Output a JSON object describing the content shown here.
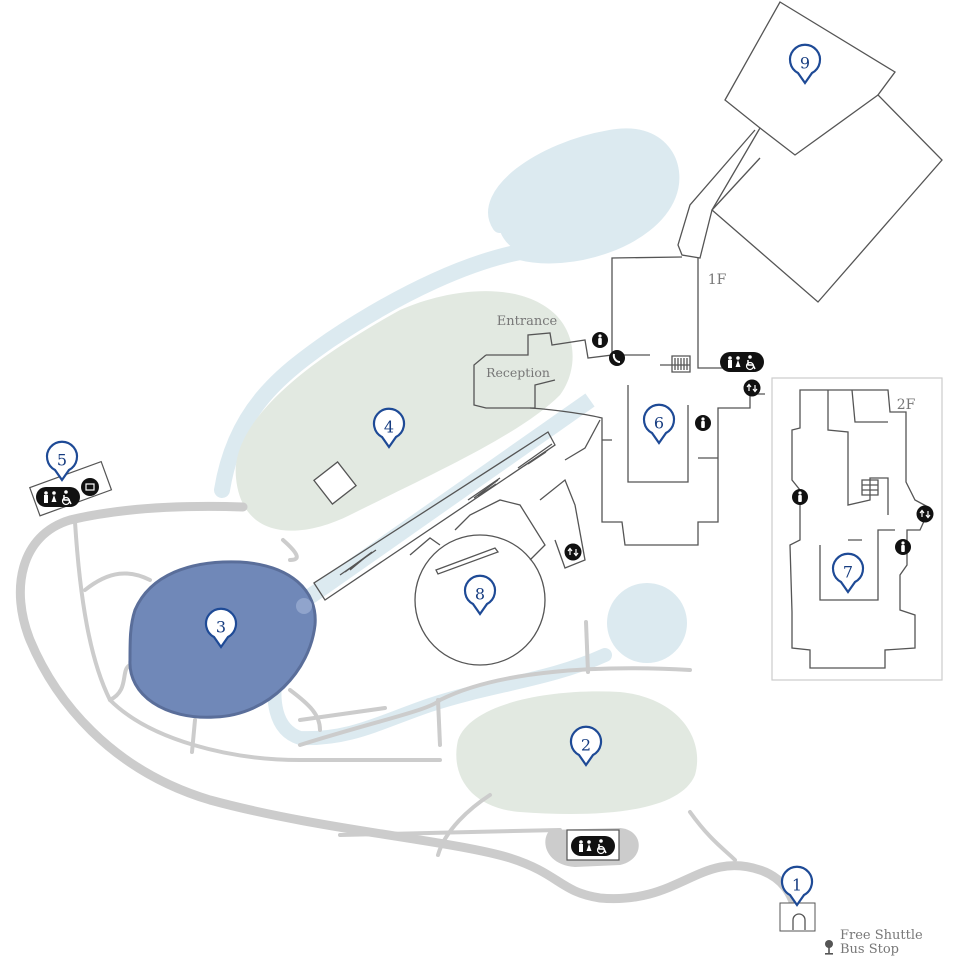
{
  "colors": {
    "pin_stroke": "#1e4a96",
    "pin_text": "#163c80",
    "lawn": "#e2e9e1",
    "water": "#dceaf0",
    "pond": "#7088b8",
    "path": "#cccccc",
    "outline": "#555555"
  },
  "labels": {
    "entrance": "Entrance",
    "reception": "Reception",
    "floor1": "1F",
    "floor2": "2F",
    "shuttle_line1": "Free Shuttle",
    "shuttle_line2": "Bus Stop"
  },
  "markers": [
    {
      "id": "1",
      "label": "1"
    },
    {
      "id": "2",
      "label": "2"
    },
    {
      "id": "3",
      "label": "3"
    },
    {
      "id": "4",
      "label": "4"
    },
    {
      "id": "5",
      "label": "5"
    },
    {
      "id": "6",
      "label": "6"
    },
    {
      "id": "7",
      "label": "7"
    },
    {
      "id": "8",
      "label": "8"
    },
    {
      "id": "9",
      "label": "9"
    }
  ],
  "icons": [
    "restroom-icon",
    "accessible-restroom-icon",
    "info-icon",
    "phone-icon",
    "elevator-icon",
    "locker-icon",
    "bus-stop-icon"
  ]
}
